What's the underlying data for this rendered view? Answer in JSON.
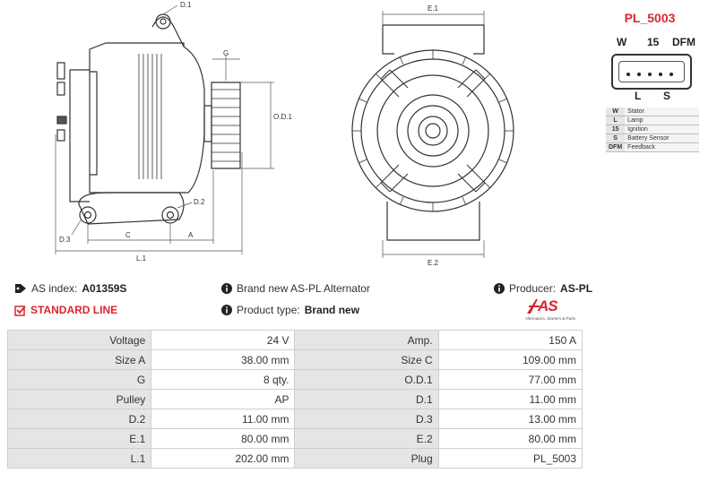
{
  "drawing": {
    "labels": {
      "d1": "D.1",
      "g": "G",
      "od1": "O.D.1",
      "d2": "D.2",
      "d3": "D.3",
      "c": "C",
      "a": "A",
      "l1": "L.1",
      "e1": "E.1",
      "e2": "E.2"
    }
  },
  "plug": {
    "title": "PL_5003",
    "top_pins": [
      "W",
      "15",
      "DFM"
    ],
    "bottom_pins": [
      "L",
      "S"
    ],
    "legend": [
      {
        "code": "W",
        "desc": "Stator"
      },
      {
        "code": "L",
        "desc": "Lamp"
      },
      {
        "code": "15",
        "desc": "Ignition"
      },
      {
        "code": "S",
        "desc": "Battery Sensor"
      },
      {
        "code": "DFM",
        "desc": "Feedback"
      }
    ]
  },
  "info": {
    "as_index_label": "AS index:",
    "as_index_value": "A01359S",
    "standard_line": "STANDARD LINE",
    "brand_new_text": "Brand new AS-PL Alternator",
    "product_type_label": "Product type:",
    "product_type_value": "Brand new",
    "producer_label": "Producer:",
    "producer_value": "AS-PL"
  },
  "logo": {
    "mark": "AS",
    "tagline": "Alternators, Starters & Parts",
    "color": "#d9262d"
  },
  "specs": [
    [
      {
        "label": "Voltage",
        "value": "24 V"
      },
      {
        "label": "Amp.",
        "value": "150 A"
      }
    ],
    [
      {
        "label": "Size A",
        "value": "38.00 mm"
      },
      {
        "label": "Size C",
        "value": "109.00 mm"
      }
    ],
    [
      {
        "label": "G",
        "value": "8 qty."
      },
      {
        "label": "O.D.1",
        "value": "77.00 mm"
      }
    ],
    [
      {
        "label": "Pulley",
        "value": "AP"
      },
      {
        "label": "D.1",
        "value": "11.00 mm"
      }
    ],
    [
      {
        "label": "D.2",
        "value": "11.00 mm"
      },
      {
        "label": "D.3",
        "value": "13.00 mm"
      }
    ],
    [
      {
        "label": "E.1",
        "value": "80.00 mm"
      },
      {
        "label": "E.2",
        "value": "80.00 mm"
      }
    ],
    [
      {
        "label": "L.1",
        "value": "202.00 mm"
      },
      {
        "label": "Plug",
        "value": "PL_5003"
      }
    ]
  ]
}
